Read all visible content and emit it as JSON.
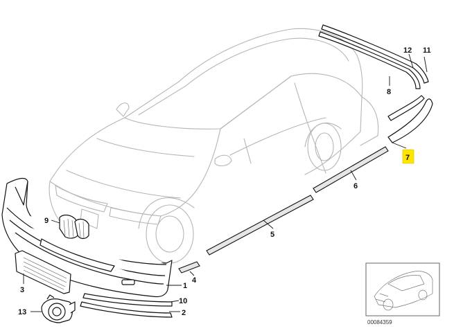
{
  "callouts": {
    "p1": "1",
    "p2": "2",
    "p3": "3",
    "p4": "4",
    "p5": "5",
    "p6": "6",
    "p7": "7",
    "p8": "8",
    "p9": "9",
    "p10": "10",
    "p11": "11",
    "p12": "12",
    "p13": "13"
  },
  "highlighted_callout": "7",
  "highlight_color": "#ffe600",
  "thumbnail": {
    "image_number": "00084359"
  }
}
